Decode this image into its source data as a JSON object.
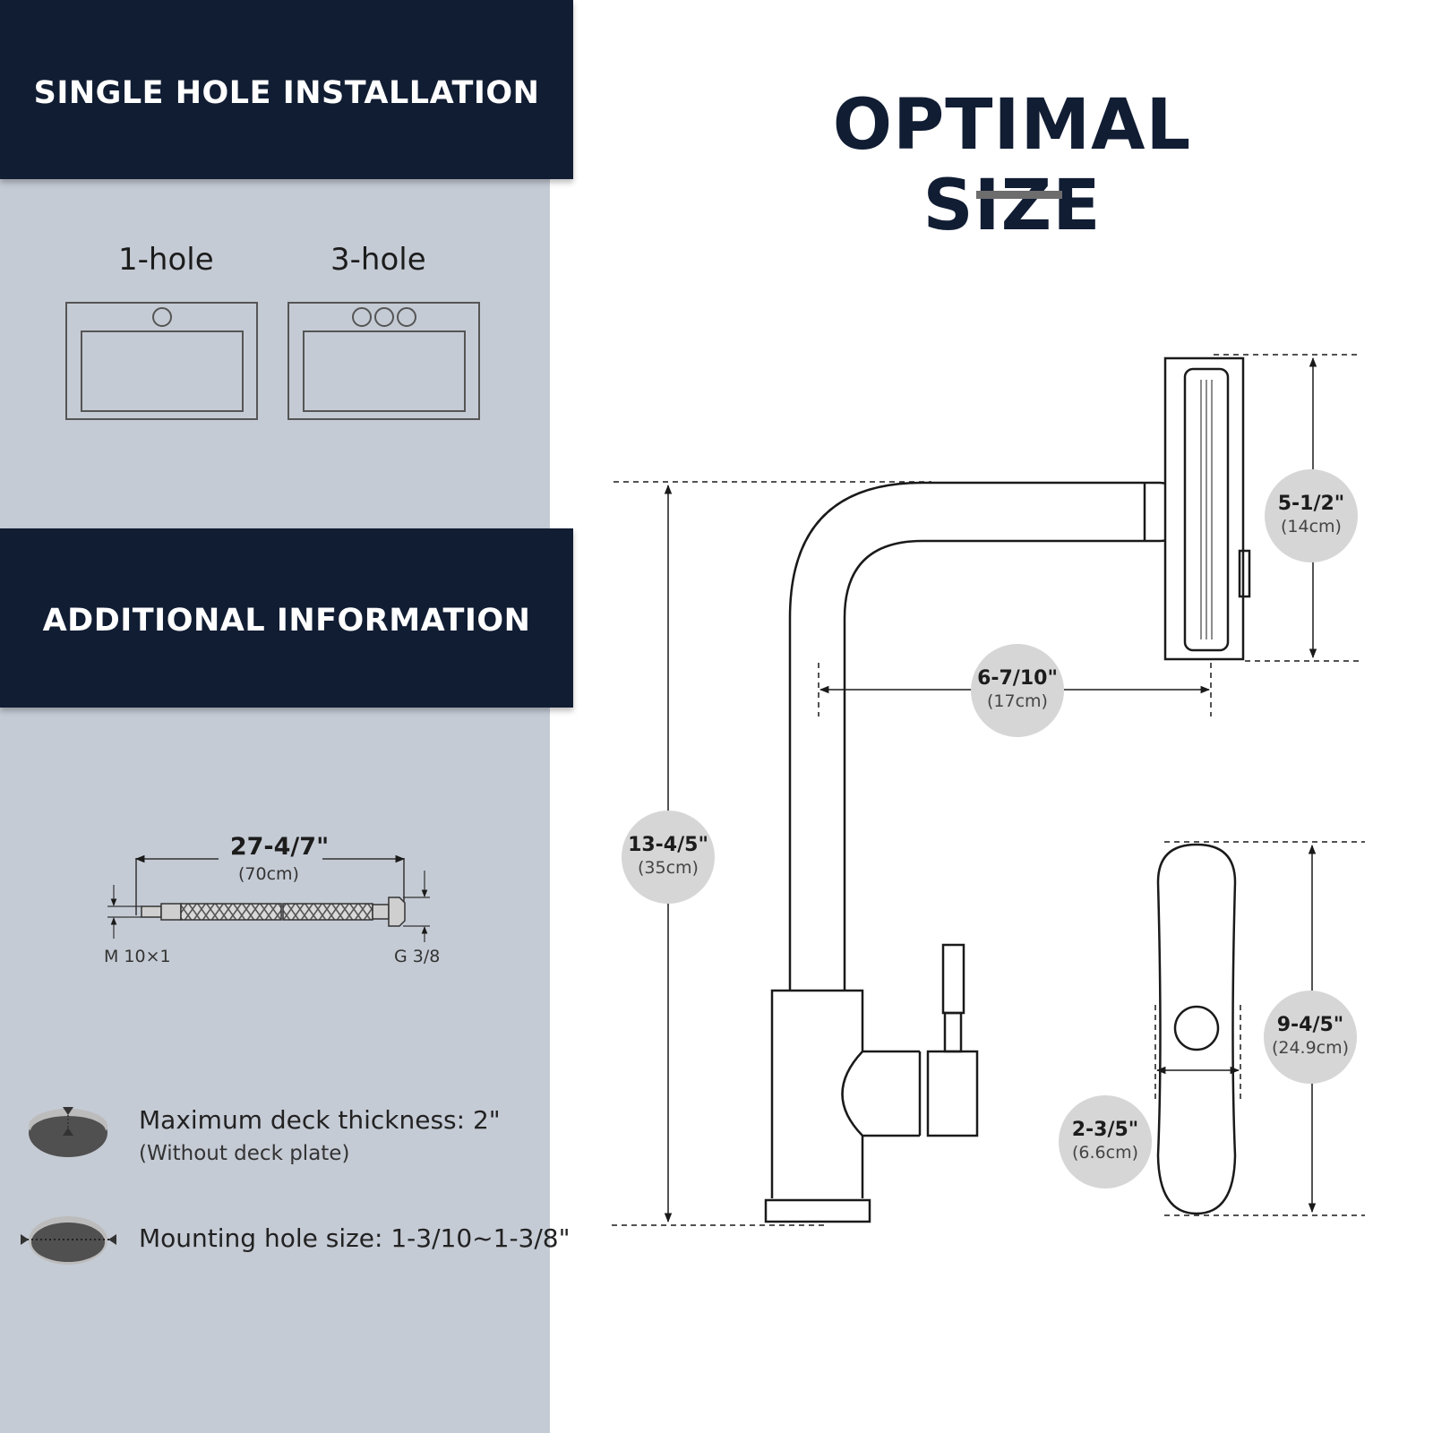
{
  "left": {
    "installation_heading": "SINGLE HOLE INSTALLATION",
    "hole_options": [
      {
        "label": "1-hole"
      },
      {
        "label": "3-hole"
      }
    ],
    "additional_heading": "ADDITIONAL INFORMATION",
    "hose": {
      "length_inch": "27-4/7\"",
      "length_cm": "(70cm)",
      "left_thread": "M 10×1",
      "right_thread": "G 3/8"
    },
    "deck": {
      "line1": "Maximum deck thickness: 2\"",
      "line2": "(Without deck plate)"
    },
    "mounting": {
      "line1": "Mounting hole size: 1-3/10~1-3/8\""
    }
  },
  "right": {
    "title": "OPTIMAL SIZE",
    "dimensions": {
      "height": {
        "inch": "13-4/5\"",
        "cm": "(35cm)"
      },
      "reach": {
        "inch": "6-7/10\"",
        "cm": "(17cm)"
      },
      "head": {
        "inch": "5-1/2\"",
        "cm": "(14cm)"
      },
      "deck_plate_length": {
        "inch": "9-4/5\"",
        "cm": "(24.9cm)"
      },
      "deck_plate_width": {
        "inch": "2-3/5\"",
        "cm": "(6.6cm)"
      }
    }
  },
  "colors": {
    "navy": "#111d33",
    "panel": "#c5cbd5",
    "badge": "#d6d6d6",
    "line": "#1a1a1a"
  }
}
